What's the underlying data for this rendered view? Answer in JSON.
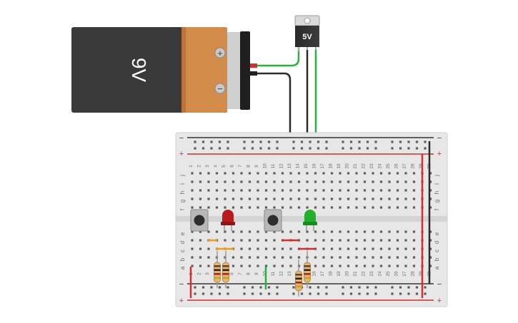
{
  "battery": {
    "label": "9V",
    "plus": "+",
    "minus": "−"
  },
  "regulator": {
    "label": "5V"
  },
  "breadboard": {
    "rail_plus": "+",
    "rail_minus": "−",
    "row_letters_top": [
      "j",
      "i",
      "h",
      "g",
      "f"
    ],
    "row_letters_bottom": [
      "e",
      "d",
      "c",
      "b",
      "a"
    ],
    "columns": [
      "1",
      "2",
      "3",
      "4",
      "5",
      "6",
      "7",
      "8",
      "9",
      "10",
      "11",
      "12",
      "13",
      "14",
      "15",
      "16",
      "17",
      "18",
      "19",
      "20",
      "21",
      "22",
      "23",
      "24",
      "25",
      "26",
      "27",
      "28",
      "29",
      "30"
    ]
  },
  "components": {
    "led_red_color": "#b71c1c",
    "led_green_color": "#22b02a",
    "wire_red": "#d32f2f",
    "wire_black": "#2b2b2b",
    "wire_green": "#2eae3c",
    "wire_orange": "#f39c12"
  }
}
